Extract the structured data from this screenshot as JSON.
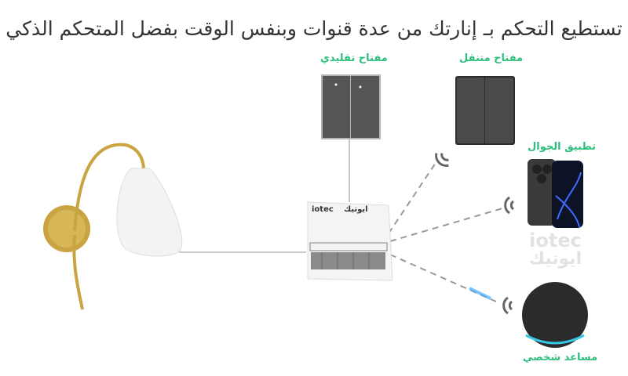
{
  "title": "تستطيع التحكم بـ إنارتك من عدة قنوات وبنفس الوقت بفضل المتحكم الذكي",
  "labels": {
    "traditional_switch": "مفتاح تقليدي",
    "portable_switch": "مفتاح متنقل",
    "mobile_app": "تطبيق الجوال",
    "personal_assistant": "مساعد شخصي"
  },
  "module": {
    "brand_latin": "iotec",
    "brand_arabic": "ايوتيك"
  },
  "watermark": {
    "latin": "iotec",
    "arabic": "ايوتيك"
  },
  "colors": {
    "accent": "#2cbf7c",
    "title": "#333333",
    "gold": "#c9a441",
    "device": "#3d3d3d"
  }
}
